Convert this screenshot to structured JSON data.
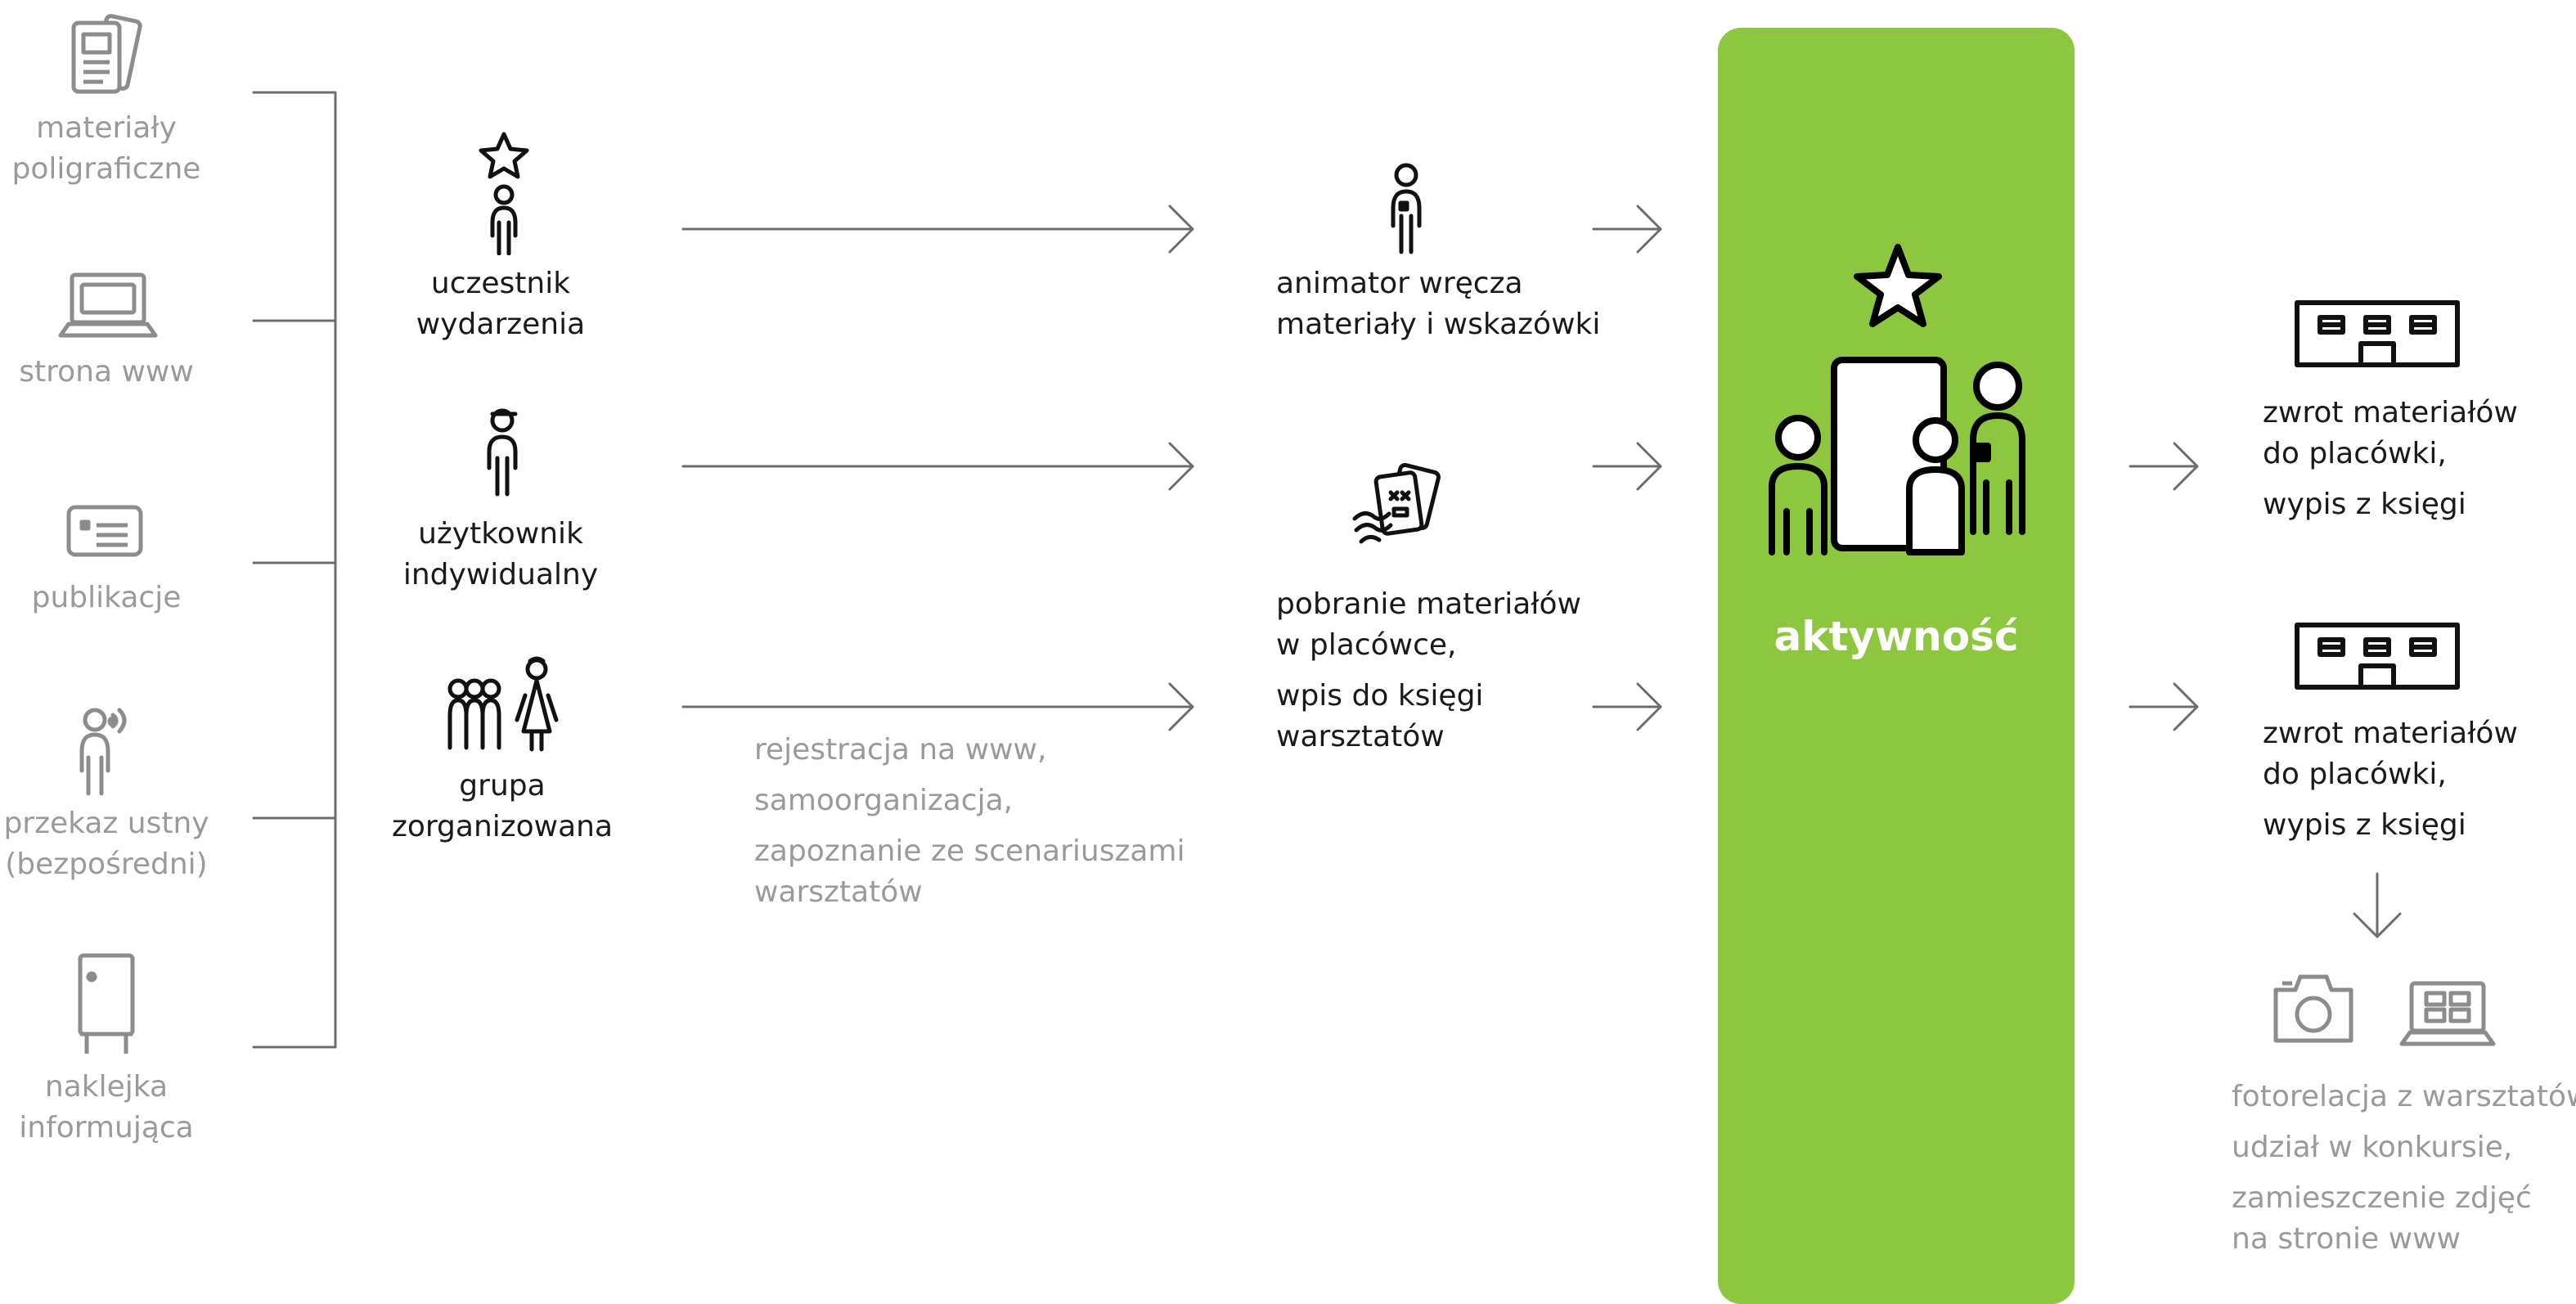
{
  "sources": [
    {
      "icon": "print-materials-icon",
      "lines": [
        "materiały",
        "poligraficzne"
      ]
    },
    {
      "icon": "laptop-icon",
      "lines": [
        "strona www"
      ]
    },
    {
      "icon": "publication-icon",
      "lines": [
        "publikacje"
      ]
    },
    {
      "icon": "speaking-person-icon",
      "lines": [
        "przekaz ustny",
        "(bezpośredni)"
      ]
    },
    {
      "icon": "info-sticker-icon",
      "lines": [
        "naklejka",
        "informująca"
      ]
    }
  ],
  "participants": [
    {
      "icon": "participant-star-icon",
      "lines": [
        "uczestnik",
        "wydarzenia"
      ]
    },
    {
      "icon": "individual-user-icon",
      "lines": [
        "użytkownik",
        "indywidualny"
      ]
    },
    {
      "icon": "organized-group-icon",
      "lines": [
        "grupa",
        "zorganizowana"
      ]
    }
  ],
  "group_notes": [
    "rejestracja na www,",
    "samoorganizacja,",
    "zapoznanie ze scenariuszami",
    "warsztatów"
  ],
  "steps": [
    {
      "icon": "animator-icon",
      "lines": [
        "animator wręcza",
        "materiały i wskazówki"
      ]
    },
    {
      "icon": "materials-pickup-icon",
      "paragraphs": [
        [
          "pobranie materiałów",
          "w placówce,"
        ],
        [
          "wpis do księgi",
          "warsztatów"
        ]
      ]
    }
  ],
  "activity": {
    "label": "aktywność",
    "color": "#8dc63f",
    "icon": "activity-group-icon"
  },
  "returns": [
    {
      "icon": "facility-icon",
      "paragraphs": [
        [
          "zwrot materiałów",
          "do placówki,"
        ],
        [
          "wypis z księgi"
        ]
      ]
    },
    {
      "icon": "facility-icon",
      "paragraphs": [
        [
          "zwrot materiałów",
          "do placówki,"
        ],
        [
          "wypis z księgi"
        ]
      ]
    }
  ],
  "final": {
    "icons": [
      "camera-icon",
      "laptop-gallery-icon"
    ],
    "lines": [
      "fotorelacja z warsztatów,",
      "udział w konkursie,",
      "zamieszczenie zdjęć",
      "na stronie www"
    ]
  },
  "colors": {
    "accent": "#8dc63f",
    "text_dark": "#1a1a1a",
    "text_grey": "#9a9a9a",
    "line": "#6d6d6d"
  }
}
